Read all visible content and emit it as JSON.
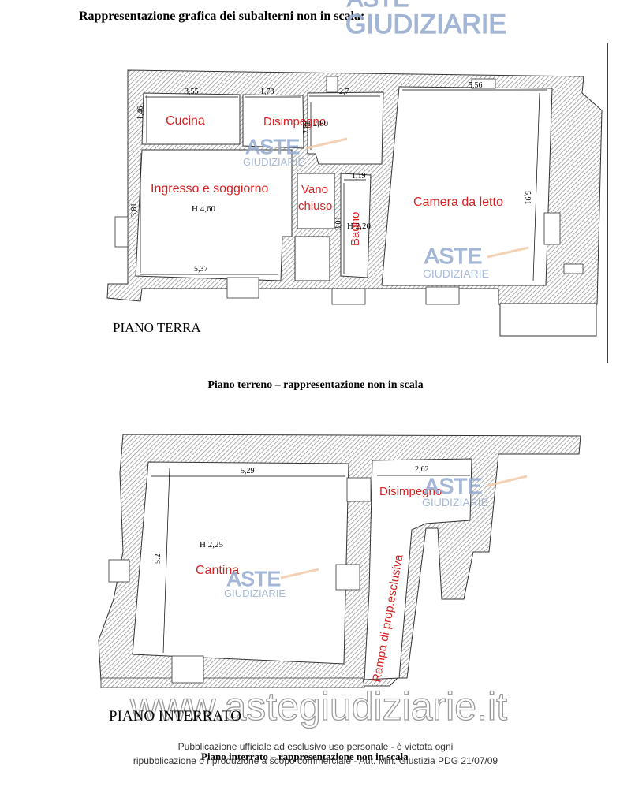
{
  "page": {
    "heading": "Rappresentazione grafica dei subalterni non in scala:",
    "watermark": {
      "brand_top": "ASTE",
      "brand_bottom": "GIUDIZIARIE",
      "site": "www.astegiudiziarie.it"
    },
    "footer": {
      "line1": "Pubblicazione ufficiale ad esclusivo uso personale - è vietata ogni",
      "line2": "ripubblicazione o riproduzione a scopo commerciale - Aut. Min. Giustizia PDG 21/07/09"
    }
  },
  "ground_floor": {
    "label": "PIANO TERRA",
    "caption": "Piano terreno – rappresentazione non in scala",
    "rooms": {
      "cucina": "Cucina",
      "disimpegno": "Disimpegno",
      "ingresso": "Ingresso e soggiorno",
      "vano_line1": "Vano",
      "vano_line2": "chiuso",
      "bagno": "Bagno",
      "camera": "Camera da letto"
    },
    "heights": {
      "main": "H 4,60",
      "disimpegno": "H 2,80",
      "bagno": "H 2,20"
    },
    "dimensions": {
      "cucina_w": "3,55",
      "cucina_h": "1,46",
      "disimpegno_w": "1,73",
      "room_w": "2,7",
      "room_h": "2,8",
      "bagno_w": "1,19",
      "bagno_h": "3,01",
      "camera_w": "5,56",
      "camera_h": "5,91",
      "soggiorno_w": "5,37",
      "soggiorno_h": "3,81"
    }
  },
  "basement": {
    "label": "PIANO INTERRATO",
    "caption": "Piano interrato – rappresentazione non in scala",
    "rooms": {
      "cantina": "Cantina",
      "disimpegno": "Disimpegno",
      "rampa": "Rampa di prop.esclusiva"
    },
    "heights": {
      "cantina": "H 2,25"
    },
    "dimensions": {
      "cantina_w": "5,29",
      "cantina_h": "5.2",
      "disimpegno_w": "2,62"
    }
  }
}
